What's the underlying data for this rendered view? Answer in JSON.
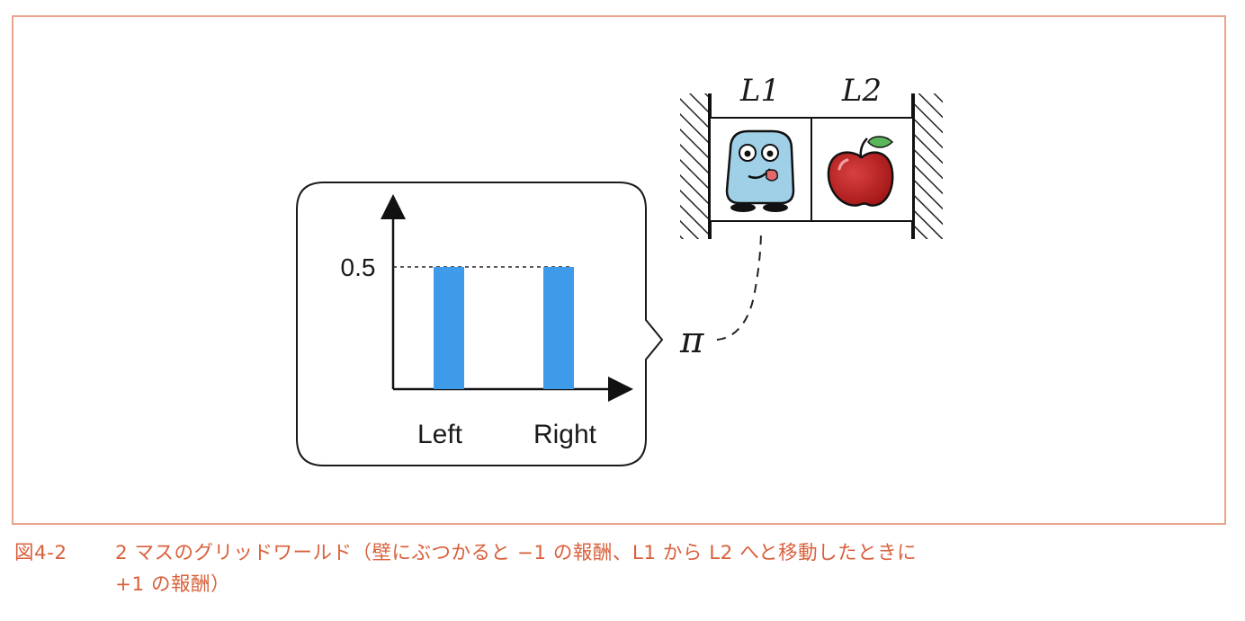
{
  "chart_data": {
    "type": "bar",
    "categories": [
      "Left",
      "Right"
    ],
    "values": [
      0.5,
      0.5
    ],
    "title": "",
    "xlabel": "",
    "ylabel": "",
    "yticks": [
      0.5
    ],
    "ytick_labels": [
      "0.5"
    ],
    "ylim": [
      0,
      1
    ],
    "bar_color": "#3d9be9",
    "grid": false
  },
  "diagram": {
    "policy_symbol": "π",
    "cells": [
      {
        "label": "L1",
        "content": "robot-icon"
      },
      {
        "label": "L2",
        "content": "apple-icon"
      }
    ],
    "frame_color": "#e8a48c"
  },
  "caption": {
    "figure_number": "図4-2",
    "line1": "2 マスのグリッドワールド（壁にぶつかると −1 の報酬、L1 から L2 へと移動したときに",
    "line2": "+1 の報酬）",
    "color": "#d9603b"
  }
}
